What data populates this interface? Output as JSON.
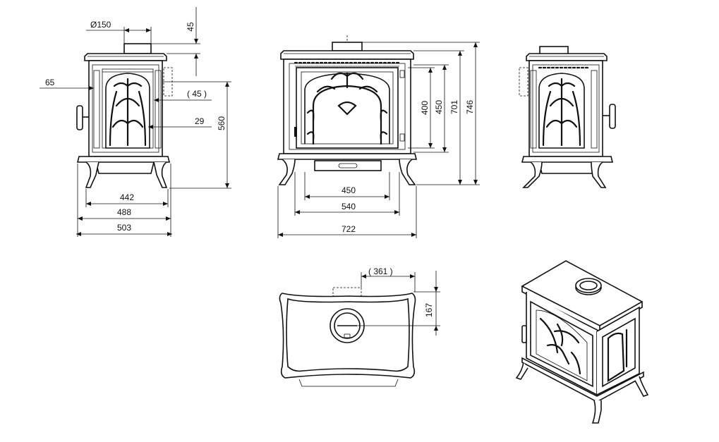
{
  "views": {
    "side_left": {
      "flue_diameter": "Ø150",
      "flue_height": "45",
      "rear_offset": "( 45 )",
      "left_offset": "65",
      "handle_offset": "29",
      "height": "560",
      "widths": [
        "442",
        "488",
        "503"
      ]
    },
    "front": {
      "door_height": "400",
      "glass_height": "450",
      "body_height": "701",
      "total_height": "746",
      "widths": [
        "450",
        "540",
        "722"
      ]
    },
    "top": {
      "flue_offset": "( 361 )",
      "flue_depth": "167"
    }
  }
}
